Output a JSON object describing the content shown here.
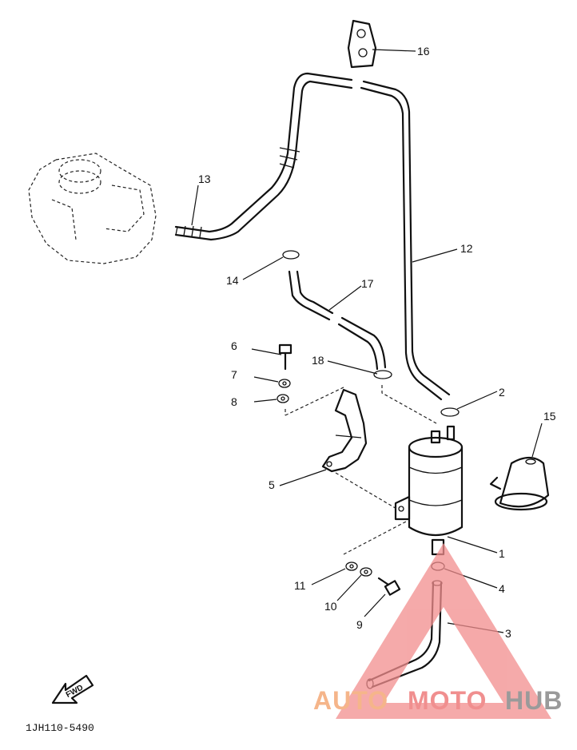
{
  "diagram": {
    "part_numbers": [
      "1",
      "2",
      "3",
      "4",
      "5",
      "6",
      "7",
      "8",
      "9",
      "10",
      "11",
      "12",
      "13",
      "14",
      "15",
      "16",
      "17",
      "18"
    ],
    "fwd_label": "FWD",
    "ref_code": "1JH110-5490"
  },
  "watermark": {
    "part1": "AUTO",
    "part2": "MOTO",
    "part3": "HUB",
    "color1": "#f5b58a",
    "color2": "#f08f8f",
    "color3": "#9a9a9a",
    "triangle_color": "#f28d8d"
  }
}
